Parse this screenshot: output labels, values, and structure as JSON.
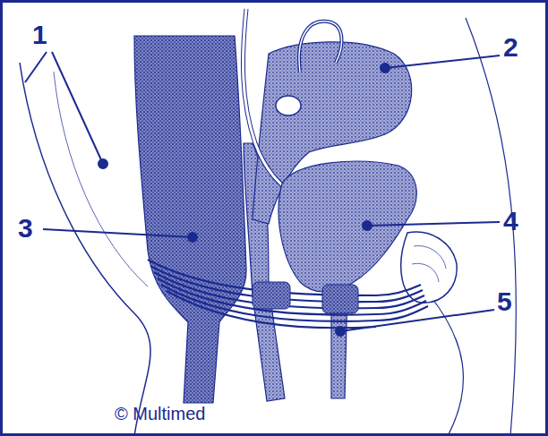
{
  "diagram": {
    "labels": [
      "1",
      "2",
      "3",
      "4",
      "5",
      "© Multimed"
    ]
  }
}
